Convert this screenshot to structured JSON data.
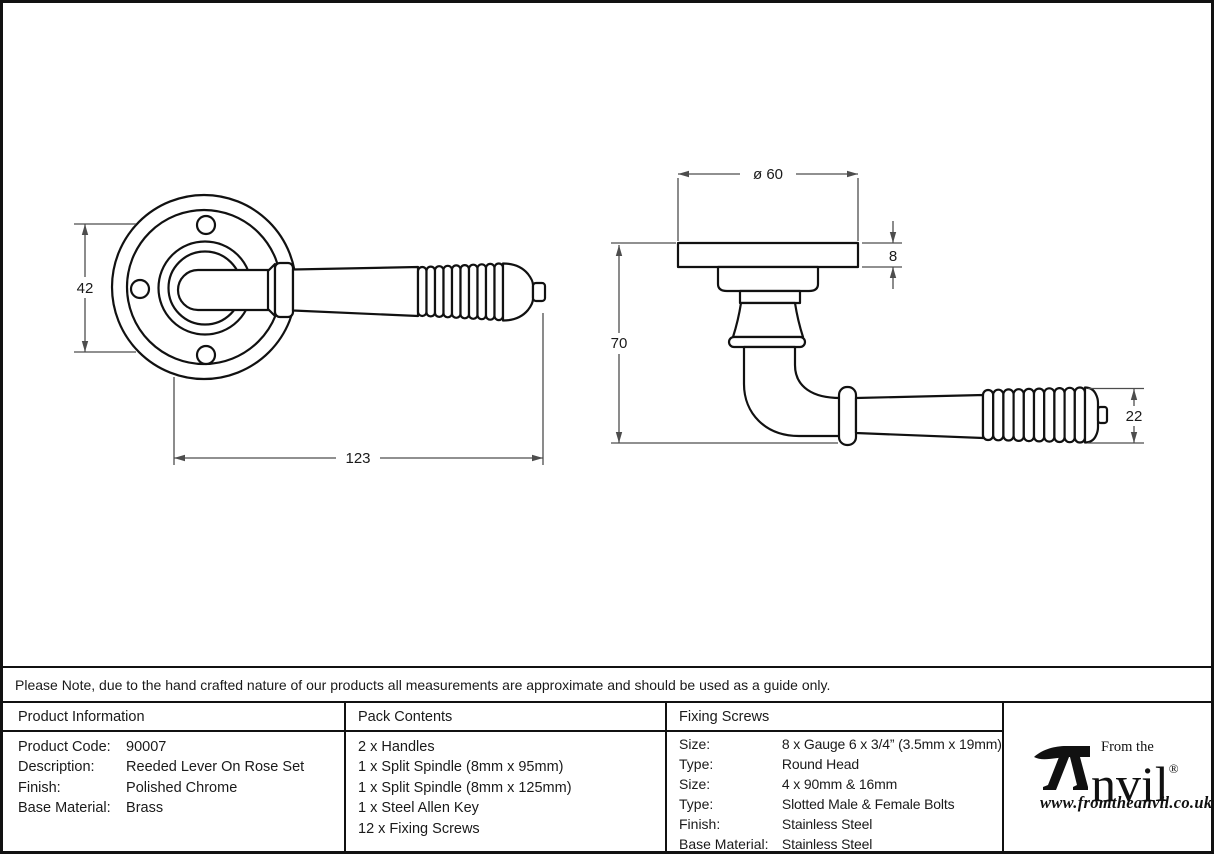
{
  "note": {
    "text": "Please Note, due to the hand crafted nature of our products all measurements are approximate and should be used as a guide only."
  },
  "drawing": {
    "front_view": {
      "dim_width": "42",
      "dim_length": "123"
    },
    "side_view": {
      "dim_diameter": "ø 60",
      "dim_thickness": "8",
      "dim_height": "70",
      "dim_grip": "22"
    }
  },
  "table": {
    "product_info": {
      "header": "Product Information",
      "rows": [
        {
          "label": "Product Code:",
          "value": "90007"
        },
        {
          "label": "Description:",
          "value": "Reeded Lever On Rose Set"
        },
        {
          "label": "Finish:",
          "value": "Polished Chrome"
        },
        {
          "label": "Base Material:",
          "value": "Brass"
        }
      ]
    },
    "pack_contents": {
      "header": "Pack Contents",
      "items": [
        "2 x Handles",
        "1 x Split Spindle (8mm x 95mm)",
        "1 x Split Spindle (8mm x 125mm)",
        "1 x Steel Allen Key",
        "12 x Fixing Screws"
      ]
    },
    "fixing_screws": {
      "header": "Fixing Screws",
      "rows": [
        {
          "label": "Size:",
          "value": "8 x Gauge 6 x 3/4” (3.5mm x 19mm)"
        },
        {
          "label": "Type:",
          "value": "Round Head"
        },
        {
          "label": "Size:",
          "value": "4 x 90mm & 16mm"
        },
        {
          "label": "Type:",
          "value": "Slotted Male & Female Bolts"
        },
        {
          "label": "Finish:",
          "value": "Stainless Steel"
        },
        {
          "label": "Base Material:",
          "value": "Stainless Steel"
        }
      ]
    }
  },
  "logo": {
    "from_the": "From the",
    "brand_rest": "nvil",
    "registered": "®",
    "url": "www.fromtheanvil.co.uk"
  },
  "colors": {
    "outline": "#111111",
    "dimension": "#4d4d4d",
    "background": "#ffffff"
  }
}
